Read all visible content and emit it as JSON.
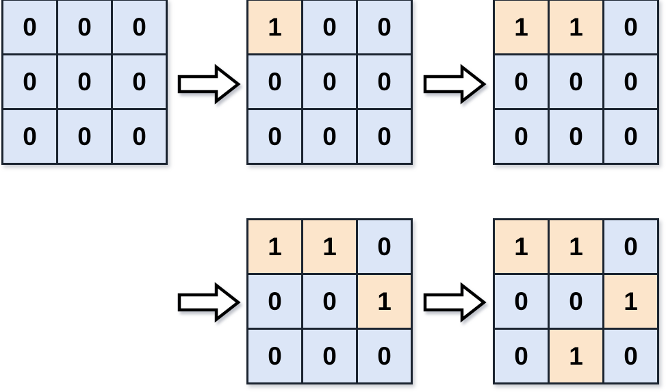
{
  "figure": {
    "title": "3x3 binary grid transformation sequence",
    "colors": {
      "cell_zero_fill": "#dce6f7",
      "cell_one_fill": "#fce5cb",
      "grid_line": "#1b2430",
      "digit": "#000000",
      "arrow_fill": "#ffffff",
      "arrow_stroke": "#000000",
      "background": "#ffffff"
    },
    "arrow_label": "transforms-into",
    "steps": [
      {
        "id": "grid-1",
        "name": "step-1",
        "row": 1,
        "order": 1,
        "rows": [
          [
            "0",
            "0",
            "0"
          ],
          [
            "0",
            "0",
            "0"
          ],
          [
            "0",
            "0",
            "0"
          ]
        ]
      },
      {
        "id": "grid-2",
        "name": "step-2",
        "row": 1,
        "order": 2,
        "rows": [
          [
            "1",
            "0",
            "0"
          ],
          [
            "0",
            "0",
            "0"
          ],
          [
            "0",
            "0",
            "0"
          ]
        ]
      },
      {
        "id": "grid-3",
        "name": "step-3",
        "row": 1,
        "order": 3,
        "rows": [
          [
            "1",
            "1",
            "0"
          ],
          [
            "0",
            "0",
            "0"
          ],
          [
            "0",
            "0",
            "0"
          ]
        ]
      },
      {
        "id": "grid-4",
        "name": "step-4",
        "row": 2,
        "order": 4,
        "rows": [
          [
            "1",
            "1",
            "0"
          ],
          [
            "0",
            "0",
            "1"
          ],
          [
            "0",
            "0",
            "0"
          ]
        ]
      },
      {
        "id": "grid-5",
        "name": "step-5",
        "row": 2,
        "order": 5,
        "rows": [
          [
            "1",
            "1",
            "0"
          ],
          [
            "0",
            "0",
            "1"
          ],
          [
            "0",
            "1",
            "0"
          ]
        ]
      }
    ],
    "arrows": [
      {
        "id": "arrow-1",
        "name": "arrow-step1-to-step2",
        "direction": "right"
      },
      {
        "id": "arrow-2",
        "name": "arrow-step2-to-step3",
        "direction": "right"
      },
      {
        "id": "arrow-3",
        "name": "arrow-step3-to-step4",
        "direction": "right"
      },
      {
        "id": "arrow-4",
        "name": "arrow-step4-to-step5",
        "direction": "right"
      }
    ]
  }
}
